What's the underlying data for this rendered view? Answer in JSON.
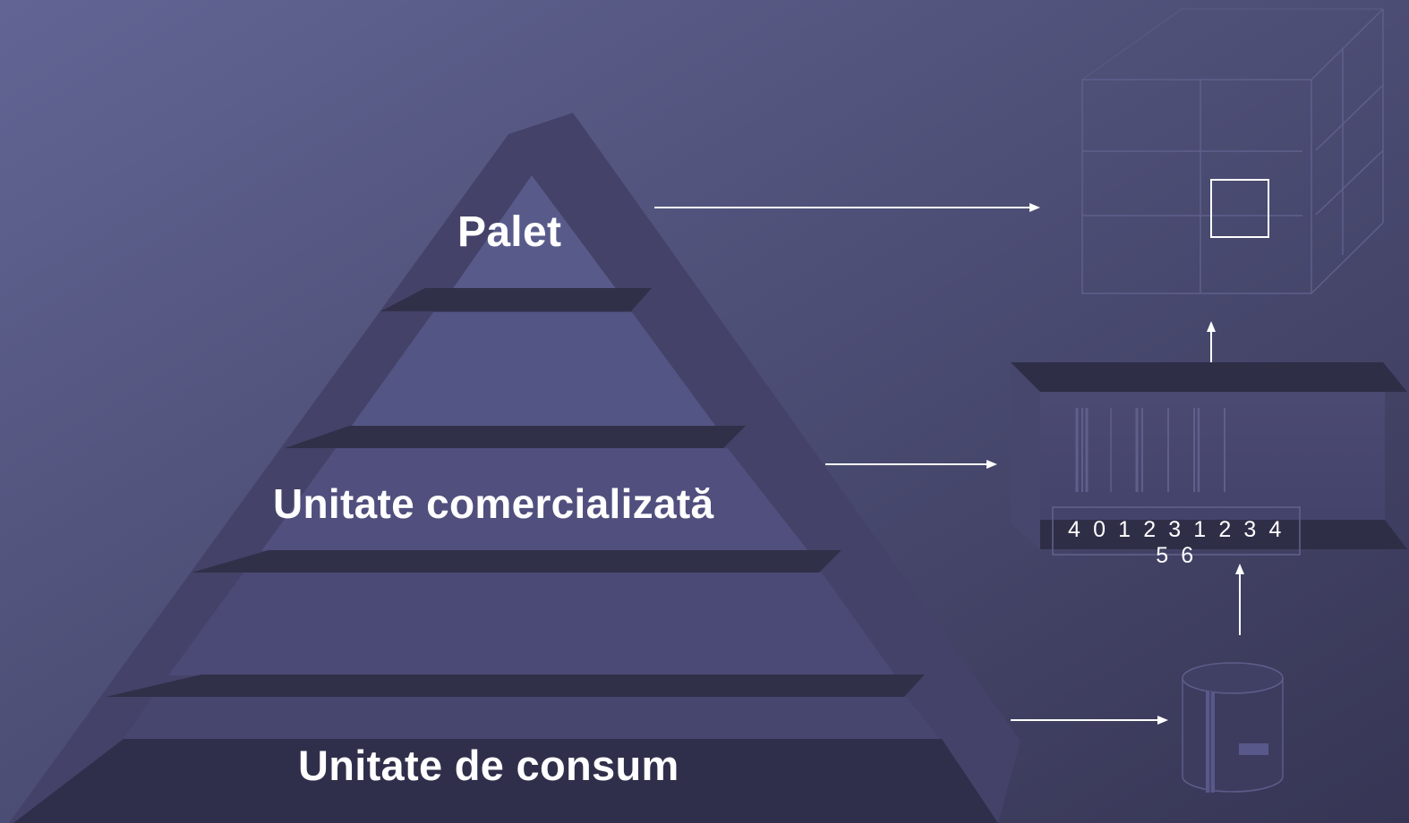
{
  "levels": {
    "top": "Palet",
    "middle": "Unitate comercializată",
    "bottom": "Unitate de consum"
  },
  "trade_unit": {
    "barcode_number": "4 0 1 2 3 1 2 3 4 5 6"
  },
  "icons": [
    "pallet-icon",
    "trade-unit-box-icon",
    "consumer-unit-can-icon"
  ],
  "colors": {
    "background_start": "#626594",
    "background_end": "#363554",
    "pyramid_frame": "#434167",
    "shelf": "#313049",
    "text": "#ffffff",
    "arrow": "#ffffff"
  }
}
